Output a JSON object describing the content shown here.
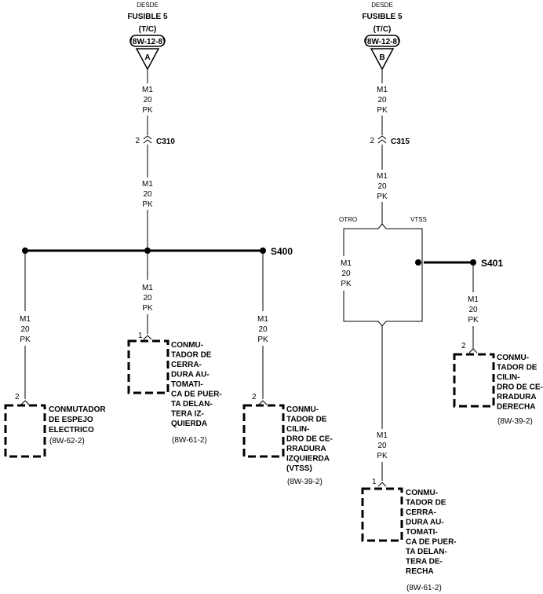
{
  "sources": {
    "a": {
      "from": "DESDE",
      "fuse": "FUSIBLE 5",
      "circuit": "(T/C)",
      "ref": "(8W-12-8)",
      "letter": "A"
    },
    "b": {
      "from": "DESDE",
      "fuse": "FUSIBLE 5",
      "circuit": "(T/C)",
      "ref": "(8W-12-8)",
      "letter": "B"
    }
  },
  "wire": {
    "circuit": "M1",
    "gauge": "20",
    "color": "PK"
  },
  "connectors": {
    "c310": {
      "name": "C310",
      "pin": "2"
    },
    "c315": {
      "name": "C315",
      "pin": "2"
    }
  },
  "splices": {
    "s400": "S400",
    "s401": "S401"
  },
  "switch_labels": {
    "otro": "OTRO",
    "vtss": "VTSS"
  },
  "components": {
    "mirror_switch": {
      "pin": "2",
      "lines": [
        "CONMUTADOR",
        "DE ESPEJO",
        "ELECTRICO"
      ],
      "ref": "(8W-62-2)"
    },
    "lock_left": {
      "pin": "1",
      "lines": [
        "CONMU-",
        "TADOR DE",
        "CERRA-",
        "DURA AU-",
        "TOMATI-",
        "CA DE PUER-",
        "TA DELAN-",
        "TERA IZ-",
        "QUIERDA"
      ],
      "ref": "(8W-61-2)"
    },
    "cyl_left": {
      "pin": "2",
      "lines": [
        "CONMU-",
        "TADOR DE",
        "CILIN-",
        "DRO DE CE-",
        "RRADURA",
        "IZQUIERDA",
        "(VTSS)"
      ],
      "ref": "(8W-39-2)"
    },
    "cyl_right": {
      "pin": "2",
      "lines": [
        "CONMU-",
        "TADOR DE",
        "CILIN-",
        "DRO DE CE-",
        "RRADURA",
        "DERECHA"
      ],
      "ref": "(8W-39-2)"
    },
    "lock_right": {
      "pin": "1",
      "lines": [
        "CONMU-",
        "TADOR DE",
        "CERRA-",
        "DURA AU-",
        "TOMATI-",
        "CA DE PUER-",
        "TA DELAN-",
        "TERA DE-",
        "RECHA"
      ],
      "ref": "(8W-61-2)"
    }
  }
}
